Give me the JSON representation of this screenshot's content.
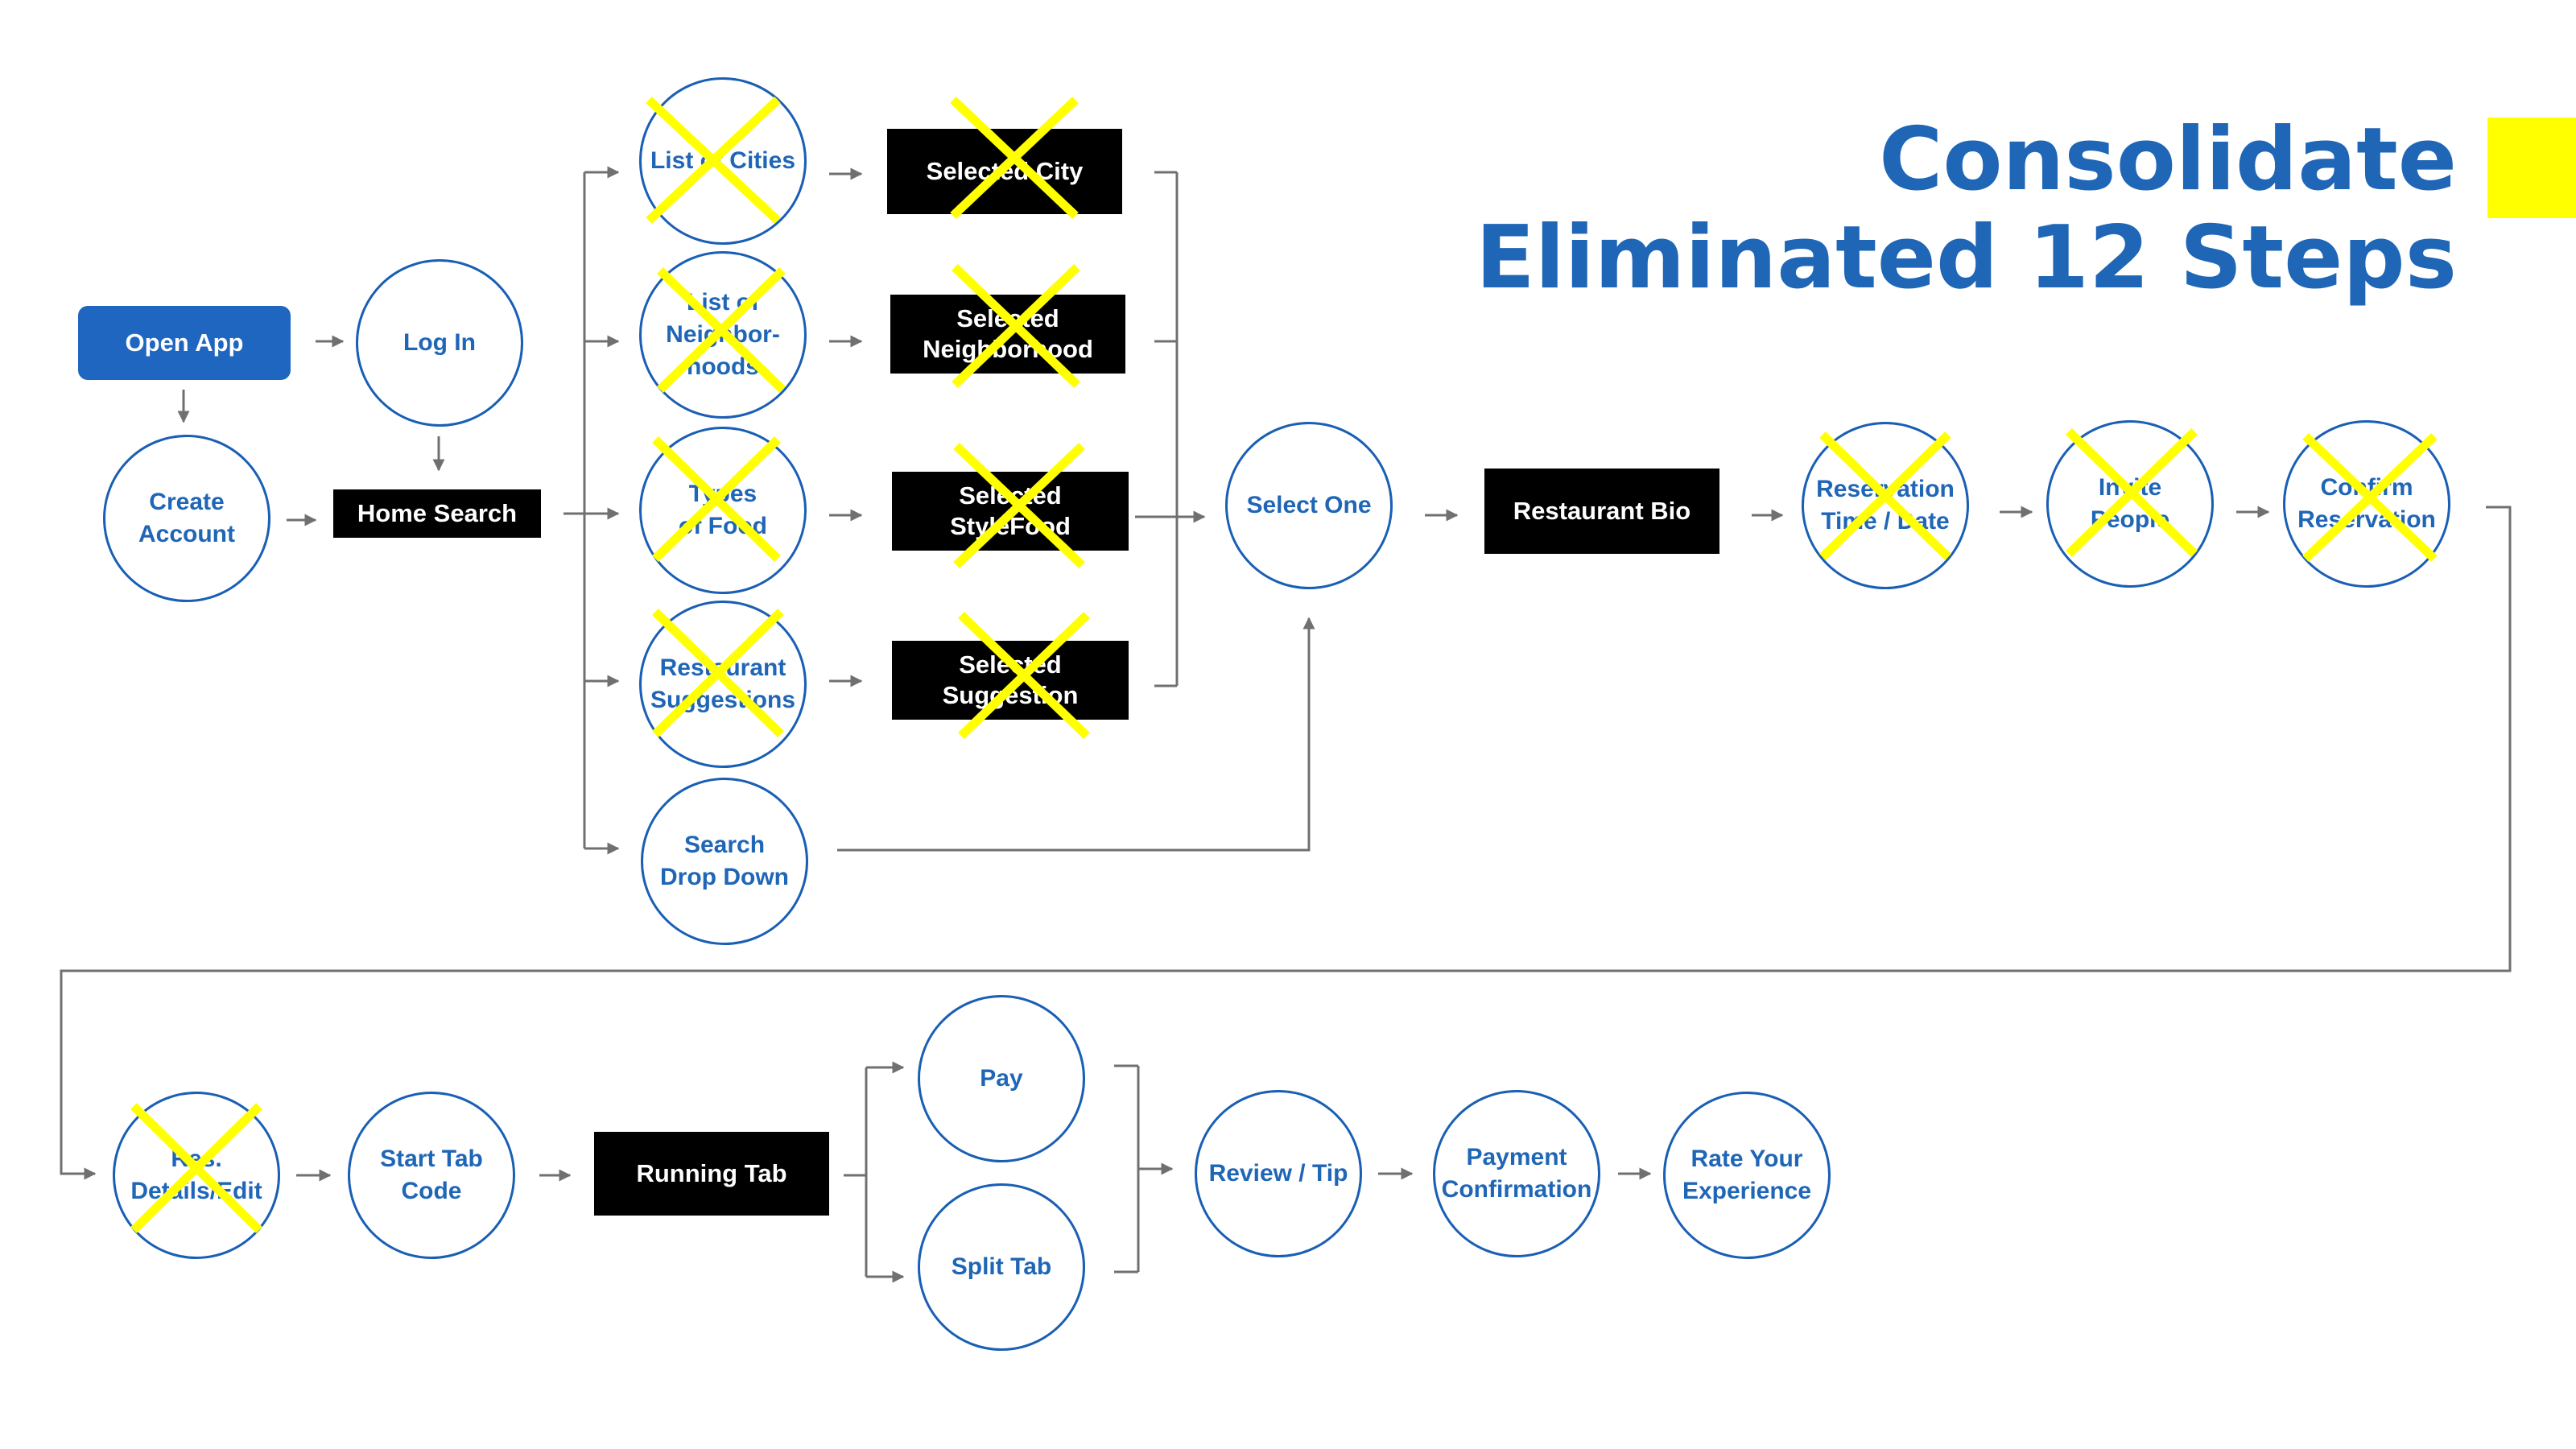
{
  "title": {
    "line1": "Consolidate",
    "line2": "Eliminated 12 Steps"
  },
  "colors": {
    "node_blue": "#1f66b6",
    "button_blue": "#1f66c1",
    "elimination_mark": "#ffff00",
    "dark_box": "#000000",
    "connector": "#707070"
  },
  "nodes": {
    "open_app": "Open App",
    "log_in": "Log In",
    "create_account": "Create\nAccount",
    "home_search": "Home Search",
    "list_of_cities": "List of Cities",
    "list_of_neighborhoods": "List of\nNeighbor-\nhoods",
    "types_of_food": "Types\nof Food",
    "restaurant_suggestions": "Restaurant\nSuggestions",
    "search_drop_down": "Search\nDrop Down",
    "selected_city": "Selected City",
    "selected_neighborhood": "Selected\nNeighborhood",
    "selected_style_food": "Selected\nStyleFood",
    "selected_suggestion": "Selected\nSuggestion",
    "select_one": "Select One",
    "restaurant_bio": "Restaurant Bio",
    "reservation_time_date": "Reservation\nTime / Date",
    "invite_people": "Invite\nPeople",
    "confirm_reservation": "Confirm\nReservation",
    "res_details_edit": "Res.\nDetails/Edit",
    "start_tab_code": "Start Tab\nCode",
    "running_tab": "Running Tab",
    "pay": "Pay",
    "split_tab": "Split Tab",
    "review_tip": "Review / Tip",
    "payment_confirmation": "Payment\nConfirmation",
    "rate_your_experience": "Rate Your\nExperience"
  },
  "eliminated_steps": [
    "list_of_cities",
    "selected_city",
    "list_of_neighborhoods",
    "selected_neighborhood",
    "types_of_food",
    "selected_style_food",
    "restaurant_suggestions",
    "selected_suggestion",
    "reservation_time_date",
    "invite_people",
    "confirm_reservation",
    "res_details_edit"
  ]
}
